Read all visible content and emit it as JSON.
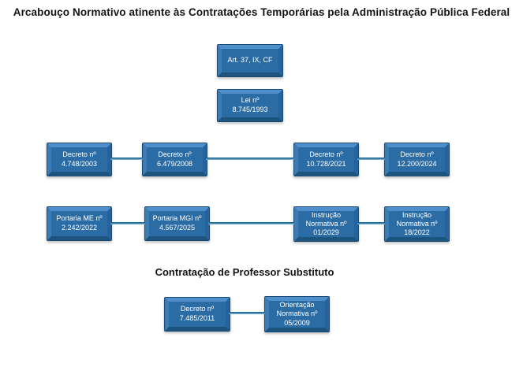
{
  "title": "Arcabouço Normativo atinente às Contratações Temporárias pela Administração Pública Federal",
  "subtitle": "Contratação de Professor Substituto",
  "colors": {
    "box_fill": "#2b6ca4",
    "box_border": "#194b78",
    "bevel_top": "#4f90cc",
    "bevel_bottom": "#1c547e",
    "connector": "#2f7ba8",
    "box_text": "#ffffff",
    "heading_text": "#141414",
    "background": "#ffffff"
  },
  "boxes": {
    "art": {
      "lines": [
        "Art. 37, IX, CF"
      ]
    },
    "lei": {
      "lines": [
        "Lei nº",
        "8.745/1993"
      ]
    },
    "decreto_2003": {
      "lines": [
        "Decreto nº",
        "4.748/2003"
      ]
    },
    "decreto_2008": {
      "lines": [
        "Decreto nº",
        "6.479/2008"
      ]
    },
    "decreto_2021": {
      "lines": [
        "Decreto nº",
        "10.728/2021"
      ]
    },
    "decreto_2024": {
      "lines": [
        "Decreto nº",
        "12.200/2024"
      ]
    },
    "portaria_me": {
      "lines": [
        "Portaria ME nº",
        "2.242/2022"
      ]
    },
    "portaria_mgi": {
      "lines": [
        "Portaria MGI nº",
        "4.567/2025"
      ]
    },
    "instrucao_01": {
      "lines": [
        "Instrução",
        "Normativa nº",
        "01/2029"
      ]
    },
    "instrucao_18": {
      "lines": [
        "Instrução",
        "Normativa nº",
        "18/2022"
      ]
    },
    "decreto_2011": {
      "lines": [
        "Decreto nº",
        "7.485/2011"
      ]
    },
    "orientacao_05": {
      "lines": [
        "Orientação",
        "Normativa nº",
        "05/2009"
      ]
    }
  }
}
